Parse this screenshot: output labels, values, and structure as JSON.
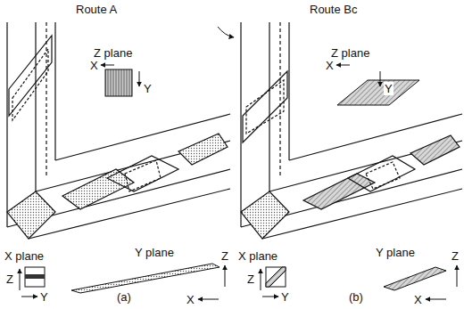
{
  "diagram": {
    "labels": [
      "Route A",
      "Z plane",
      "X",
      "Y",
      "X plane",
      "Y plane",
      "Z",
      "Y",
      "Z",
      "X",
      "(a)",
      "Route Bc",
      "Z plane",
      "X",
      "Y",
      "X plane",
      "Y plane",
      "Z",
      "Y",
      "Z",
      "X",
      "(b)"
    ]
  }
}
